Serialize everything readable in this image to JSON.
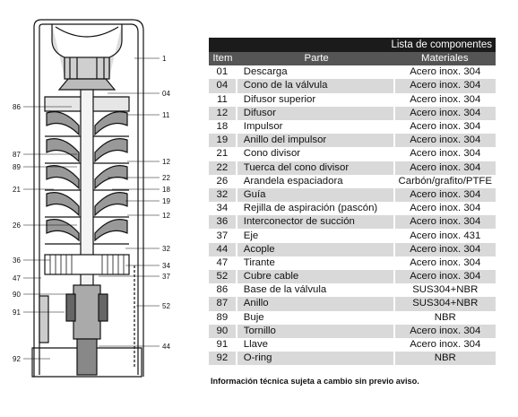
{
  "table": {
    "title": "Lista de componentes",
    "headers": {
      "item": "Item",
      "part": "Parte",
      "material": "Materiales"
    },
    "rows": [
      {
        "item": "01",
        "part": "Descarga",
        "material": "Acero inox. 304"
      },
      {
        "item": "04",
        "part": "Cono de la válvula",
        "material": "Acero inox. 304"
      },
      {
        "item": "11",
        "part": "Difusor superior",
        "material": "Acero inox. 304"
      },
      {
        "item": "12",
        "part": "Difusor",
        "material": "Acero inox. 304"
      },
      {
        "item": "18",
        "part": "Impulsor",
        "material": "Acero inox. 304"
      },
      {
        "item": "19",
        "part": "Anillo del impulsor",
        "material": "Acero inox. 304"
      },
      {
        "item": "21",
        "part": "Cono divisor",
        "material": "Acero inox. 304"
      },
      {
        "item": "22",
        "part": "Tuerca del cono divisor",
        "material": "Acero inox. 304"
      },
      {
        "item": "26",
        "part": "Arandela espaciadora",
        "material": "Carbón/grafito/PTFE"
      },
      {
        "item": "32",
        "part": "Guía",
        "material": "Acero inox. 304"
      },
      {
        "item": "34",
        "part": "Rejilla de aspiración (pascón)",
        "material": "Acero inox. 304"
      },
      {
        "item": "36",
        "part": "Interconector de succión",
        "material": "Acero inox. 304"
      },
      {
        "item": "37",
        "part": "Eje",
        "material": "Acero inox. 431"
      },
      {
        "item": "44",
        "part": "Acople",
        "material": "Acero inox. 304"
      },
      {
        "item": "47",
        "part": "Tirante",
        "material": "Acero inox. 304"
      },
      {
        "item": "52",
        "part": "Cubre cable",
        "material": "Acero inox. 304"
      },
      {
        "item": "86",
        "part": "Base de la válvula",
        "material": "SUS304+NBR"
      },
      {
        "item": "87",
        "part": "Anillo",
        "material": "SUS304+NBR"
      },
      {
        "item": "89",
        "part": "Buje",
        "material": "NBR"
      },
      {
        "item": "90",
        "part": "Tornillo",
        "material": "Acero inox. 304"
      },
      {
        "item": "91",
        "part": "Llave",
        "material": "Acero inox. 304"
      },
      {
        "item": "92",
        "part": "O-ring",
        "material": "NBR"
      }
    ]
  },
  "note": "Información técnica sujeta a cambio sin previo aviso.",
  "diagram": {
    "callouts_right": [
      "1",
      "04",
      "11",
      "12",
      "22",
      "18",
      "19",
      "12",
      "32",
      "34",
      "37",
      "52",
      "44"
    ],
    "callouts_left": [
      "86",
      "87",
      "89",
      "21",
      "26",
      "36",
      "47",
      "90",
      "91",
      "92"
    ]
  }
}
